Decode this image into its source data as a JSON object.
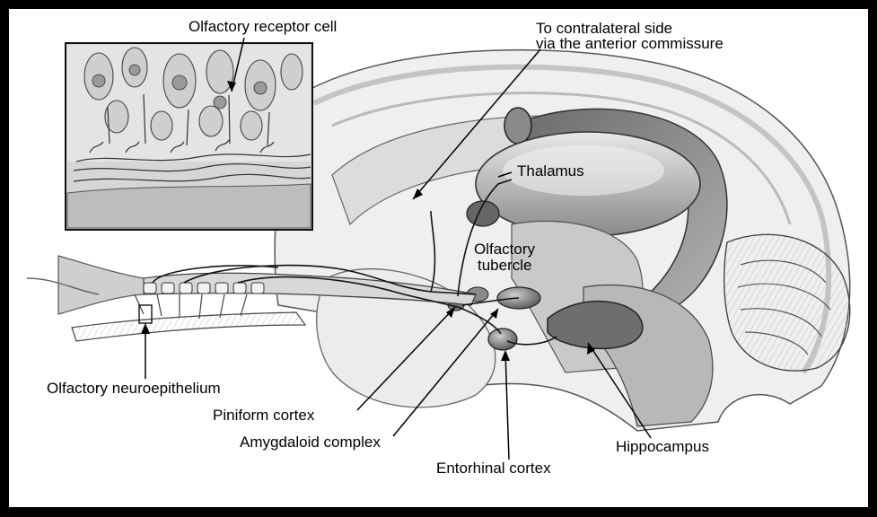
{
  "labels": {
    "receptor_cell": "Olfactory receptor cell",
    "contralateral_1": "To contralateral side",
    "contralateral_2": "via the anterior commissure",
    "thalamus": "Thalamus",
    "tubercle_1": "Olfactory",
    "tubercle_2": "tubercle",
    "neuroepithelium": "Olfactory neuroepithelium",
    "piniform": "Piniform cortex",
    "amygdaloid": "Amygdaloid complex",
    "hippocampus": "Hippocampus",
    "entorhinal": "Entorhinal cortex"
  },
  "colors": {
    "frame": "#000000",
    "paper": "#ffffff",
    "tissue_light": "#d9d9d9",
    "tissue_mid": "#a8a8a8",
    "tissue_dark": "#5a5a5a"
  }
}
